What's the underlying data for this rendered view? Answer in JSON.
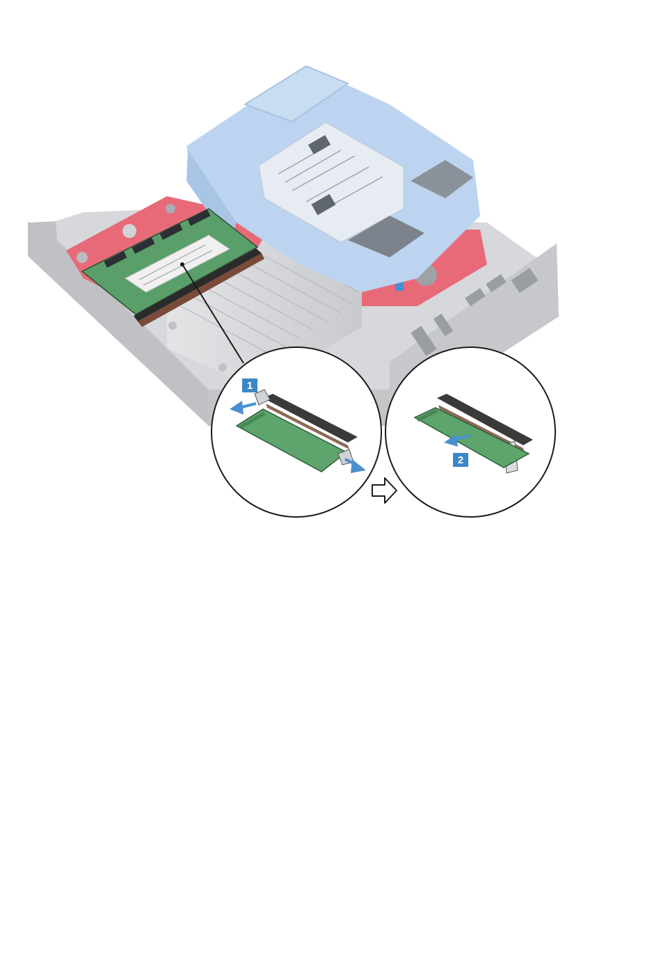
{
  "figure": {
    "steps": [
      {
        "number": "1",
        "action": "spread-retention-clips"
      },
      {
        "number": "2",
        "action": "slide-module-out"
      }
    ],
    "colors": {
      "chassis": "#c9cbce",
      "chassis_dark": "#b4b7bb",
      "board": "#e8697a",
      "drive_cage": "#b9d2ee",
      "memory_module": "#5aa06a",
      "memory_label": "#f2f2f2",
      "heatsink": "#d4d6d9",
      "step_badge": "#3b87c6",
      "arrow": "#4a90d0",
      "outline": "#1a1a1a"
    },
    "icons": [
      "hollow-arrow-icon",
      "memory-module",
      "memory-connector"
    ]
  }
}
